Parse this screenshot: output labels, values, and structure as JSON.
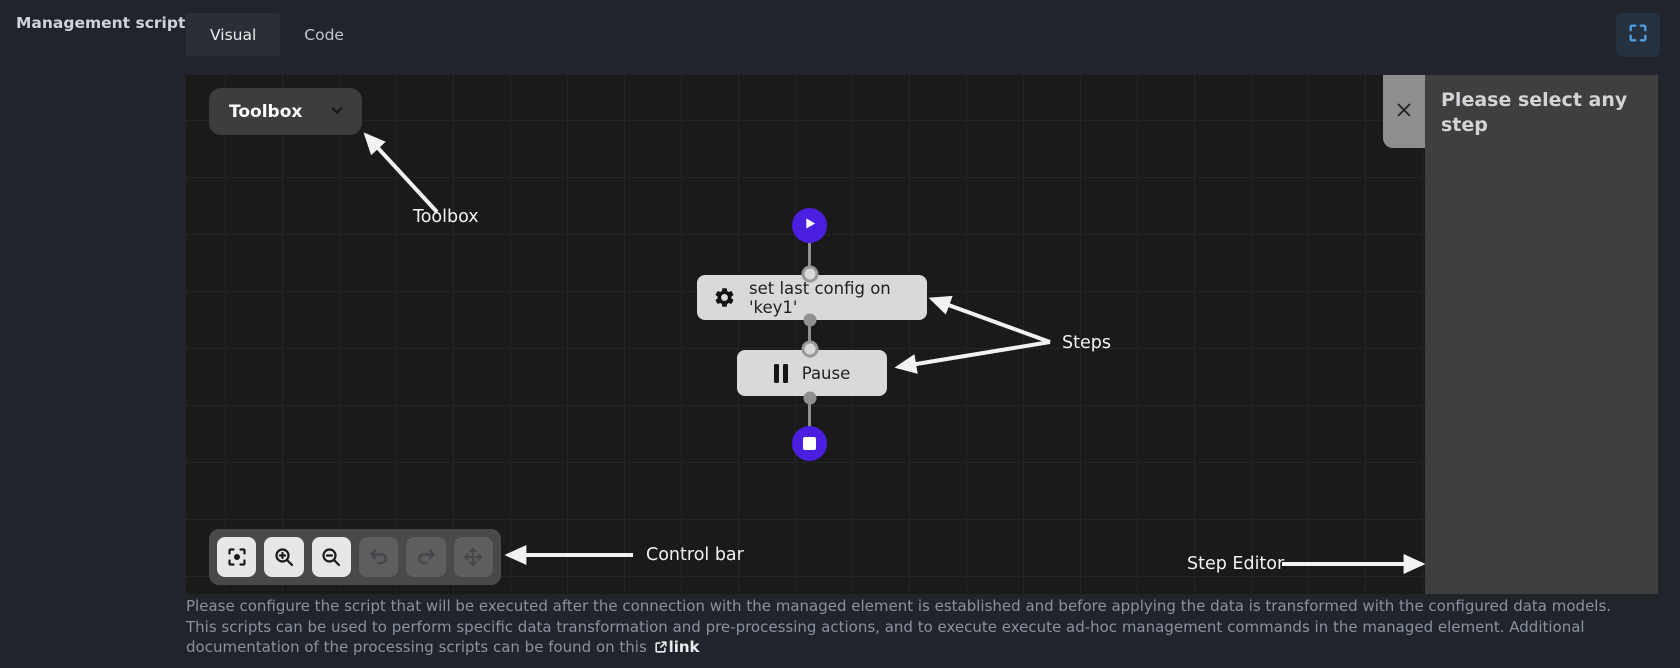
{
  "header": {
    "label": "Management script:",
    "tabs": [
      {
        "label": "Visual",
        "active": true
      },
      {
        "label": "Code",
        "active": false
      }
    ],
    "fullscreen_icon": "fullscreen-expand"
  },
  "canvas": {
    "toolbox_button": {
      "label": "Toolbox",
      "icon": "chevron-down"
    },
    "flow": {
      "start_node": "play",
      "steps": [
        {
          "icon": "gear",
          "label": "set last config on 'key1'"
        },
        {
          "icon": "pause",
          "label": "Pause"
        }
      ],
      "end_node": "stop"
    },
    "control_bar": {
      "buttons": [
        {
          "name": "fit-view",
          "enabled": true
        },
        {
          "name": "zoom-in",
          "enabled": true
        },
        {
          "name": "zoom-out",
          "enabled": true
        },
        {
          "name": "undo",
          "enabled": false
        },
        {
          "name": "redo",
          "enabled": false
        },
        {
          "name": "move",
          "enabled": false
        }
      ]
    },
    "annotations": {
      "toolbox": "Toolbox",
      "steps": "Steps",
      "control_bar": "Control bar",
      "step_editor": "Step Editor"
    }
  },
  "step_editor_panel": {
    "title": "Please select any step",
    "close_icon": "x"
  },
  "footer": {
    "text": "Please configure the script that will be executed after the connection with the managed element is established and before applying the data is transformed with the configured data models. This scripts can be used to perform specific data transformation and pre-processing actions, and to execute execute ad-hoc management commands in the managed element. Additional documentation of the processing scripts can be found on this",
    "link_label": "link",
    "link_icon": "external-link"
  },
  "colors": {
    "page_bg": "#21252b",
    "canvas_bg": "#1a1a1b",
    "grid_line": "#242426",
    "tab_active_bg": "#2a2f36",
    "accent": "#4a1fe0",
    "step_bg": "#d9d9d9",
    "panel_bg": "#3f3f41",
    "fullscreen_icon_color": "#4e9ce0"
  }
}
